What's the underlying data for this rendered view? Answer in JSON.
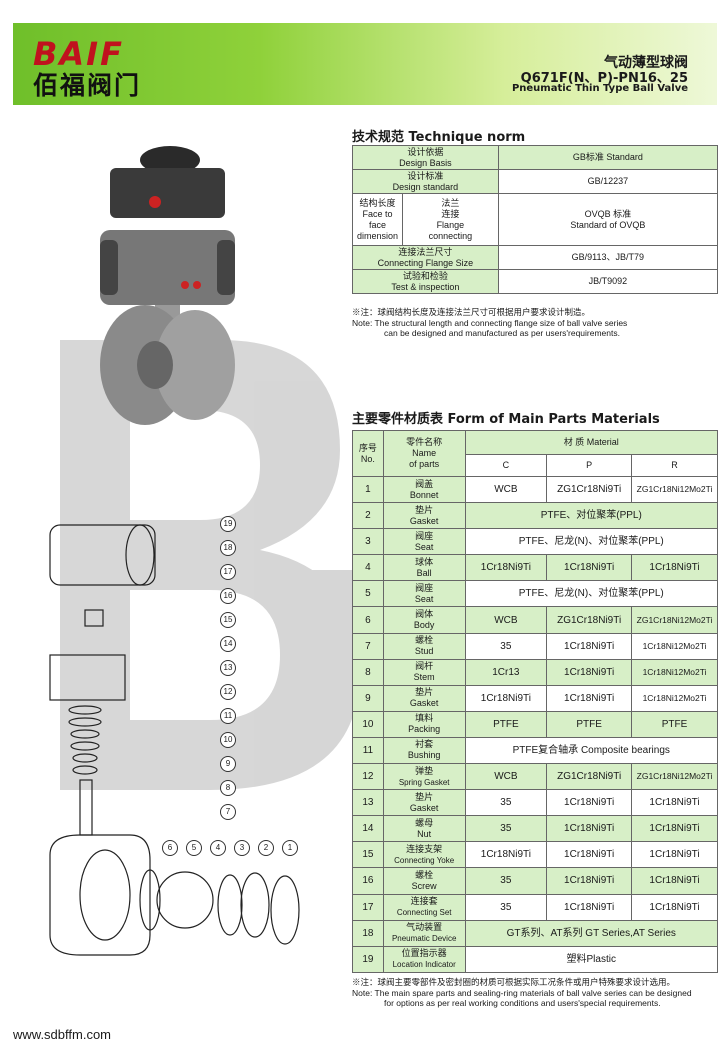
{
  "header": {
    "logo": "BAIF",
    "logo_cn": "佰福阀门",
    "title_cn": "气动薄型球阀",
    "title_model": "Q671F(N、P)-PN16、25",
    "title_en": "Pneumatic Thin Type Ball Valve"
  },
  "tech": {
    "section_title": "技术规范  Technique norm",
    "rows": [
      {
        "label_cn": "设计依据",
        "label_en": "Design Basis",
        "value": "GB标准 Standard"
      },
      {
        "label_cn": "设计标准",
        "label_en": "Design standard",
        "value": "GB/12237"
      },
      {
        "label_cn": "连接法兰尺寸",
        "label_en": "Connecting Flange Size",
        "value": "GB/9113、JB/T79"
      },
      {
        "label_cn": "试验和检验",
        "label_en": "Test & inspection",
        "value": "JB/T9092"
      }
    ],
    "face": {
      "a_cn": "结构长度",
      "a_en1": "Face to",
      "a_en2": "face",
      "a_en3": "dimension",
      "b_cn1": "法兰",
      "b_cn2": "连接",
      "b_en1": "Flange",
      "b_en2": "connecting",
      "v1": "OVQB 标准",
      "v2": "Standard of OVQB"
    },
    "note_cn": "※注：球阀结构长度及连接法兰尺寸可根据用户要求设计制造。",
    "note_en1": "Note:  The structural length and connecting flange size of ball valve series",
    "note_en2": "can be designed and manufactured as per users'requirements."
  },
  "parts": {
    "section_title": "主要零件材质表  Form of Main Parts Materials",
    "h_no_cn": "序号",
    "h_no_en": "No.",
    "h_name_cn": "零件名称",
    "h_name_en1": "Name",
    "h_name_en2": "of parts",
    "h_mat": "材 质 Material",
    "h_c": "C",
    "h_p": "P",
    "h_r": "R",
    "rows": [
      {
        "no": "1",
        "cn": "阀盖",
        "en": "Bonnet",
        "c": "WCB",
        "p": "ZG1Cr18Ni9Ti",
        "r": "ZG1Cr18Ni12Mo2Ti"
      },
      {
        "no": "2",
        "cn": "垫片",
        "en": "Gasket",
        "span": "PTFE、对位聚苯(PPL)"
      },
      {
        "no": "3",
        "cn": "阀座",
        "en": "Seat",
        "span": "PTFE、尼龙(N)、对位聚苯(PPL)"
      },
      {
        "no": "4",
        "cn": "球体",
        "en": "Ball",
        "c": "1Cr18Ni9Ti",
        "p": "1Cr18Ni9Ti",
        "r": "1Cr18Ni9Ti"
      },
      {
        "no": "5",
        "cn": "阀座",
        "en": "Seat",
        "span": "PTFE、尼龙(N)、对位聚苯(PPL)"
      },
      {
        "no": "6",
        "cn": "阀体",
        "en": "Body",
        "c": "WCB",
        "p": "ZG1Cr18Ni9Ti",
        "r": "ZG1Cr18Ni12Mo2Ti"
      },
      {
        "no": "7",
        "cn": "螺栓",
        "en": "Stud",
        "c": "35",
        "p": "1Cr18Ni9Ti",
        "r": "1Cr18Ni12Mo2Ti"
      },
      {
        "no": "8",
        "cn": "阀杆",
        "en": "Stem",
        "c": "1Cr13",
        "p": "1Cr18Ni9Ti",
        "r": "1Cr18Ni12Mo2Ti"
      },
      {
        "no": "9",
        "cn": "垫片",
        "en": "Gasket",
        "c": "1Cr18Ni9Ti",
        "p": "1Cr18Ni9Ti",
        "r": "1Cr18Ni12Mo2Ti"
      },
      {
        "no": "10",
        "cn": "填料",
        "en": "Packing",
        "c": "PTFE",
        "p": "PTFE",
        "r": "PTFE"
      },
      {
        "no": "11",
        "cn": "衬套",
        "en": "Bushing",
        "span": "PTFE复合轴承 Composite bearings"
      },
      {
        "no": "12",
        "cn": "弹垫",
        "en": "Spring Gasket",
        "c": "WCB",
        "p": "ZG1Cr18Ni9Ti",
        "r": "ZG1Cr18Ni12Mo2Ti"
      },
      {
        "no": "13",
        "cn": "垫片",
        "en": "Gasket",
        "c": "35",
        "p": "1Cr18Ni9Ti",
        "r": "1Cr18Ni9Ti"
      },
      {
        "no": "14",
        "cn": "螺母",
        "en": "Nut",
        "c": "35",
        "p": "1Cr18Ni9Ti",
        "r": "1Cr18Ni9Ti"
      },
      {
        "no": "15",
        "cn": "连接支架",
        "en": "Connecting Yoke",
        "c": "1Cr18Ni9Ti",
        "p": "1Cr18Ni9Ti",
        "r": "1Cr18Ni9Ti"
      },
      {
        "no": "16",
        "cn": "螺栓",
        "en": "Screw",
        "c": "35",
        "p": "1Cr18Ni9Ti",
        "r": "1Cr18Ni9Ti"
      },
      {
        "no": "17",
        "cn": "连接套",
        "en": "Connecting Set",
        "c": "35",
        "p": "1Cr18Ni9Ti",
        "r": "1Cr18Ni9Ti"
      },
      {
        "no": "18",
        "cn": "气动装置",
        "en": "Pneumatic Device",
        "span": "GT系列、AT系列 GT Series,AT Series"
      },
      {
        "no": "19",
        "cn": "位置指示器",
        "en": "Location Indicator",
        "span": "塑料Plastic"
      }
    ],
    "note_cn": "※注：球阀主要零部件及密封圈的材质可根据实际工况条件或用户特殊要求设计选用。",
    "note_en1": "Note:  The main spare parts and sealing-ring materials of ball valve series can be designed",
    "note_en2": "for options as per real working conditions and users'special requirements."
  },
  "callouts": [
    "19",
    "18",
    "17",
    "16",
    "15",
    "14",
    "13",
    "12",
    "11",
    "10",
    "9",
    "8",
    "7",
    "6",
    "5",
    "4",
    "3",
    "2",
    "1"
  ],
  "footer": "www.sdbffm.com"
}
